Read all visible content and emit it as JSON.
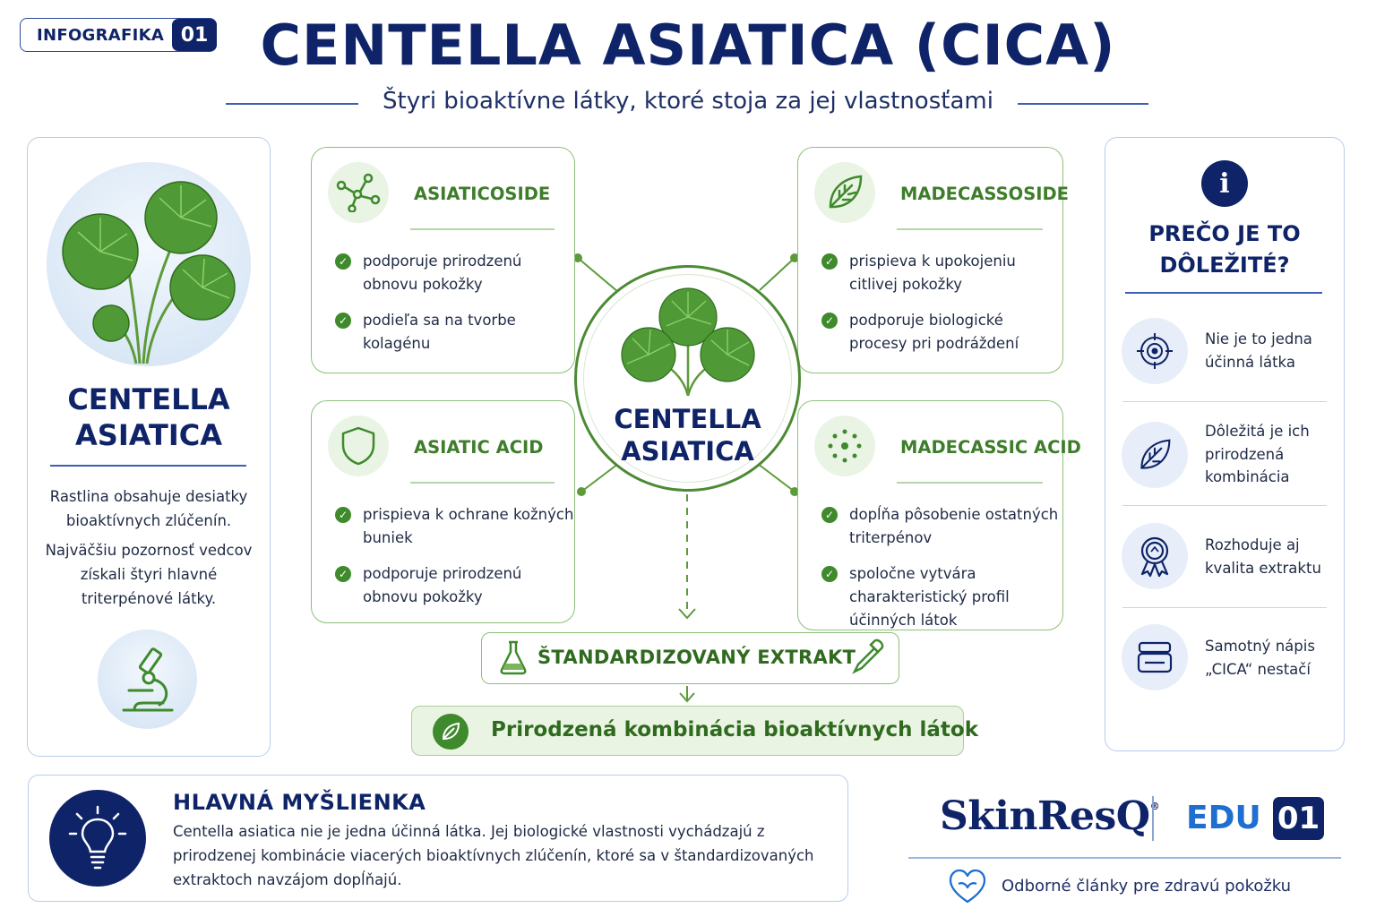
{
  "header": {
    "badge_label": "INFOGRAFIKA",
    "badge_number": "01",
    "title": "CENTELLA ASIATICA (CICA)",
    "subtitle": "Štyri bioaktívne látky, ktoré stoja za jej vlastnosťami"
  },
  "left": {
    "title_line1": "CENTELLA",
    "title_line2": "ASIATICA",
    "text1": "Rastlina obsahuje desiatky bioaktívnych zlúčenín.",
    "text2": "Najväčšiu pozornosť vedcov získali štyri hlavné triterpénové látky."
  },
  "cards": [
    {
      "title": "ASIATICOSIDE",
      "icon": "molecule-icon",
      "points": [
        "podporuje prirodzenú obnovu pokožky",
        "podieľa sa na tvorbe kolagénu"
      ]
    },
    {
      "title": "MADECASSOSIDE",
      "icon": "leaf-icon",
      "points": [
        "prispieva k upokojeniu citlivej pokožky",
        "podporuje biologické procesy pri podráždení"
      ]
    },
    {
      "title": "ASIATIC ACID",
      "icon": "shield-icon",
      "points": [
        "prispieva k ochrane kožných buniek",
        "podporuje prirodzenú obnovu pokožky"
      ]
    },
    {
      "title": "MADECASSIC ACID",
      "icon": "dots-circle-icon",
      "points": [
        "dopĺňa pôsobenie ostatných triterpénov",
        "spoločne vytvára charakteristický profil účinných látok"
      ]
    }
  ],
  "center": {
    "line1": "CENTELLA",
    "line2": "ASIATICA"
  },
  "extract": {
    "label": "ŠTANDARDIZOVANÝ EXTRAKT"
  },
  "combination": {
    "label": "Prirodzená kombinácia bioaktívnych látok"
  },
  "right": {
    "title_line1": "PREČO JE TO",
    "title_line2": "DÔLEŽITÉ?",
    "items": [
      {
        "text": "Nie je to jedna účinná látka",
        "icon": "target-icon"
      },
      {
        "text": "Dôležitá je ich prirodzená kombinácia",
        "icon": "leaf-icon"
      },
      {
        "text": "Rozhoduje aj kvalita extraktu",
        "icon": "award-icon"
      },
      {
        "text": "Samotný nápis „CICA“ nestačí",
        "icon": "cream-jar-icon"
      }
    ]
  },
  "main_idea": {
    "title": "HLAVNÁ MYŠLIENKA",
    "text": "Centella asiatica nie je jedna účinná látka. Jej biologické vlastnosti vychádzajú z prirodzenej kombinácie viacerých bioaktívnych zlúčenín, ktoré sa v štandardizovaných extraktoch navzájom dopĺňajú."
  },
  "brand": {
    "name": "SkinResQ",
    "reg": "®",
    "edu": "EDU",
    "edu_number": "01",
    "tagline": "Odborné články pre zdravú pokožku"
  },
  "colors": {
    "navy": "#0f2468",
    "green": "#3e7d2a",
    "light_green": "#eaf4e4",
    "blue_accent": "#1e6fd0"
  }
}
